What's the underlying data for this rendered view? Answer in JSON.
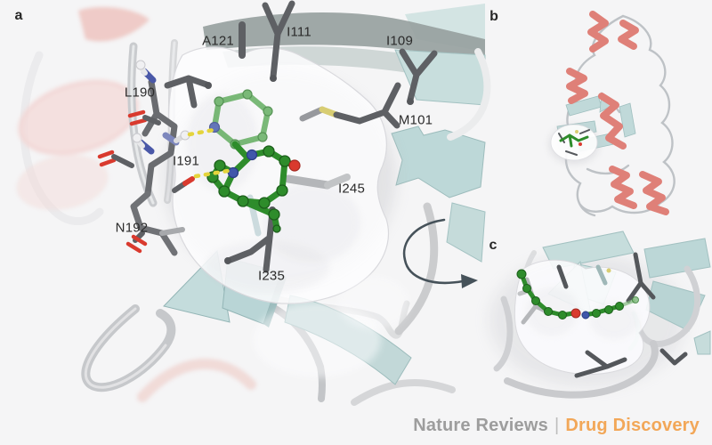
{
  "panels": [
    {
      "id": "a",
      "label": "a"
    },
    {
      "id": "b",
      "label": "b"
    },
    {
      "id": "c",
      "label": "c"
    }
  ],
  "panel_a": {
    "residues": [
      "A121",
      "I111",
      "I109",
      "M101",
      "L190",
      "I191",
      "N192",
      "I245",
      "I235"
    ]
  },
  "footer": {
    "journal": "Nature Reviews",
    "separator": "|",
    "publication": "Drug Discovery"
  },
  "icons": {
    "rotation_arrow": "curved-arrow-right"
  },
  "colors": {
    "background": "#f5f5f6",
    "helix_red": "#df8078",
    "pale_pink_ribbon": "#f3dcda",
    "sheet_cyan": "#c6dddc",
    "loop_gray": "#c9cacd",
    "stick_dark_gray": "#5e6064",
    "stick_light_gray": "#b4b6b9",
    "ligand_green": "#2e8c2b",
    "nitrogen_blue": "#4056aa",
    "oxygen_red": "#d93a2e",
    "sulfur_yellow": "#d8cd72",
    "hbond_yellow": "#e4d43c",
    "surface_white": "#fdfdfe",
    "footer_gray": "#9d9d9d",
    "footer_orange": "#f2a758",
    "arrow_dark": "#46525a"
  }
}
